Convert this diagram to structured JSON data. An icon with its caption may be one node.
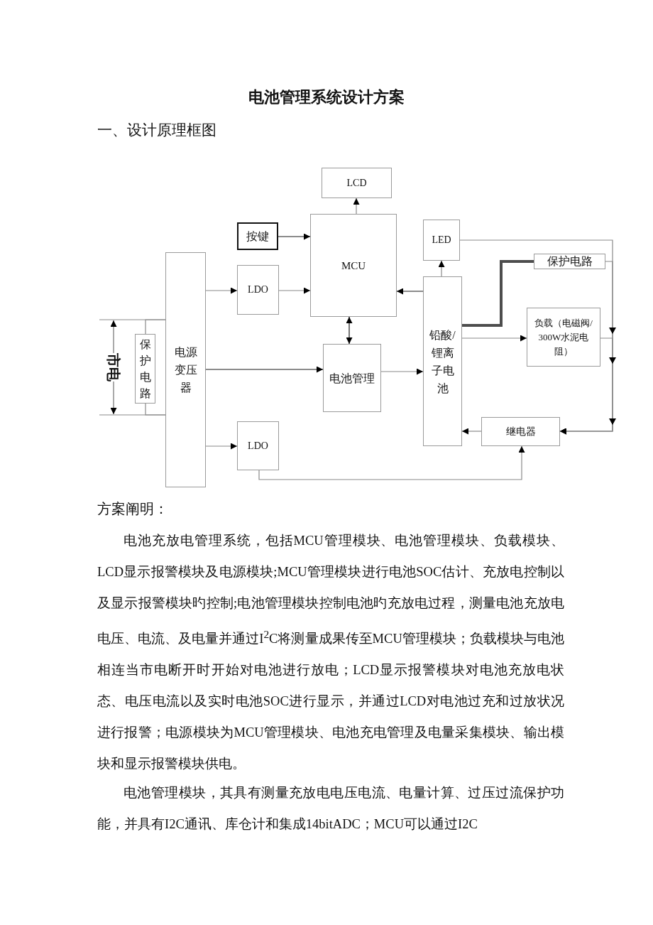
{
  "diagram": {
    "title": "电池管理系统设计方案",
    "nodes": [
      {
        "text": [
          "LCD"
        ]
      },
      {
        "text": [
          "按键"
        ]
      },
      {
        "text": [
          "MCU"
        ]
      },
      {
        "text": [
          "LED"
        ]
      },
      {
        "text": [
          "保护电路"
        ]
      },
      {
        "text": [
          "电源变压器"
        ]
      },
      {
        "text": [
          "LDO"
        ]
      },
      {
        "text": [
          "铅酸/锂离子电池"
        ]
      },
      {
        "text": [
          "负载（电磁阀/300W水泥电阻）"
        ]
      },
      {
        "text": [
          "保护电路"
        ]
      },
      {
        "text": [
          "电池管理"
        ]
      },
      {
        "text": [
          "继电器"
        ]
      },
      {
        "text": [
          "LDO"
        ]
      }
    ],
    "edges": [
      {
        "from": 2,
        "to": 0,
        "arrow": "to"
      },
      {
        "from": 1,
        "to": 2,
        "arrow": "to",
        "color": "#1a1a1a"
      },
      {
        "from": 5,
        "to": 6,
        "arrow": "to"
      },
      {
        "from": 6,
        "to": 2,
        "arrow": "to"
      },
      {
        "from": 7,
        "to": 2,
        "arrow": "to",
        "color": "#1a1a1a"
      },
      {
        "from": 2,
        "to": 10,
        "arrow": "both",
        "color": "#1a1a1a"
      },
      {
        "from": 5,
        "to": 10,
        "arrow": "to",
        "color": "#1a1a1a"
      },
      {
        "from": 10,
        "to": 7,
        "arrow": "to"
      },
      {
        "from": 7,
        "to": 3,
        "arrow": "to"
      },
      {
        "from": 7,
        "to": 8,
        "arrow": "to"
      },
      {
        "from": 7,
        "to": 4,
        "arrow": "none",
        "style": "thick",
        "color": "#4d4d4d"
      },
      {
        "from": 3,
        "to": 11,
        "arrow": "to"
      },
      {
        "from": 4,
        "to": 11,
        "arrow": "to"
      },
      {
        "from": 8,
        "to": 11,
        "arrow": "to"
      },
      {
        "from": 11,
        "to": 7,
        "arrow": "to"
      },
      {
        "from": 12,
        "to": 11,
        "arrow": "to"
      },
      {
        "from": 5,
        "to": 12,
        "arrow": "to"
      },
      {
        "from": null,
        "to": 5,
        "arrow": "none"
      },
      {
        "from": null,
        "to": 5,
        "arrow": "none"
      },
      {
        "from": 9,
        "to": 5,
        "arrow": "none"
      },
      {
        "from": 9,
        "to": 5,
        "arrow": "none"
      }
    ],
    "labels": [
      "一、设计原理框图",
      "市电",
      "方案阐明：",
      "电池充放电管理系统，包括MCU管理模块、电池管理模块、负载模块、LCD显示报警模块及电源模块;MCU管理模块进行电池SOC估计、充放电控制以及显示报警模块旳控制;电池管理模块控制电池旳充放电过程，测量电池充放电电压、电流、及电量并通过I$^{2}$C将测量成果传至MCU管理模块；负载模块与电池相连当市电断开时开始对电池进行放电；LCD显示报警模块对电池充放电状态、电压电流以及实时电池SOC进行显示，并通过LCD对电池过充和过放状况进行报警；电源模块为MCU管理模块、电池充电管理及电量采集模块、输出模块和显示报警模块供电。",
      "电池管理模块，其具有测量充放电电压电流、电量计算、过压过流保护功能，并具有I2C通讯、库仓计和集成14bitADC；MCU可以通过I2C"
    ]
  }
}
